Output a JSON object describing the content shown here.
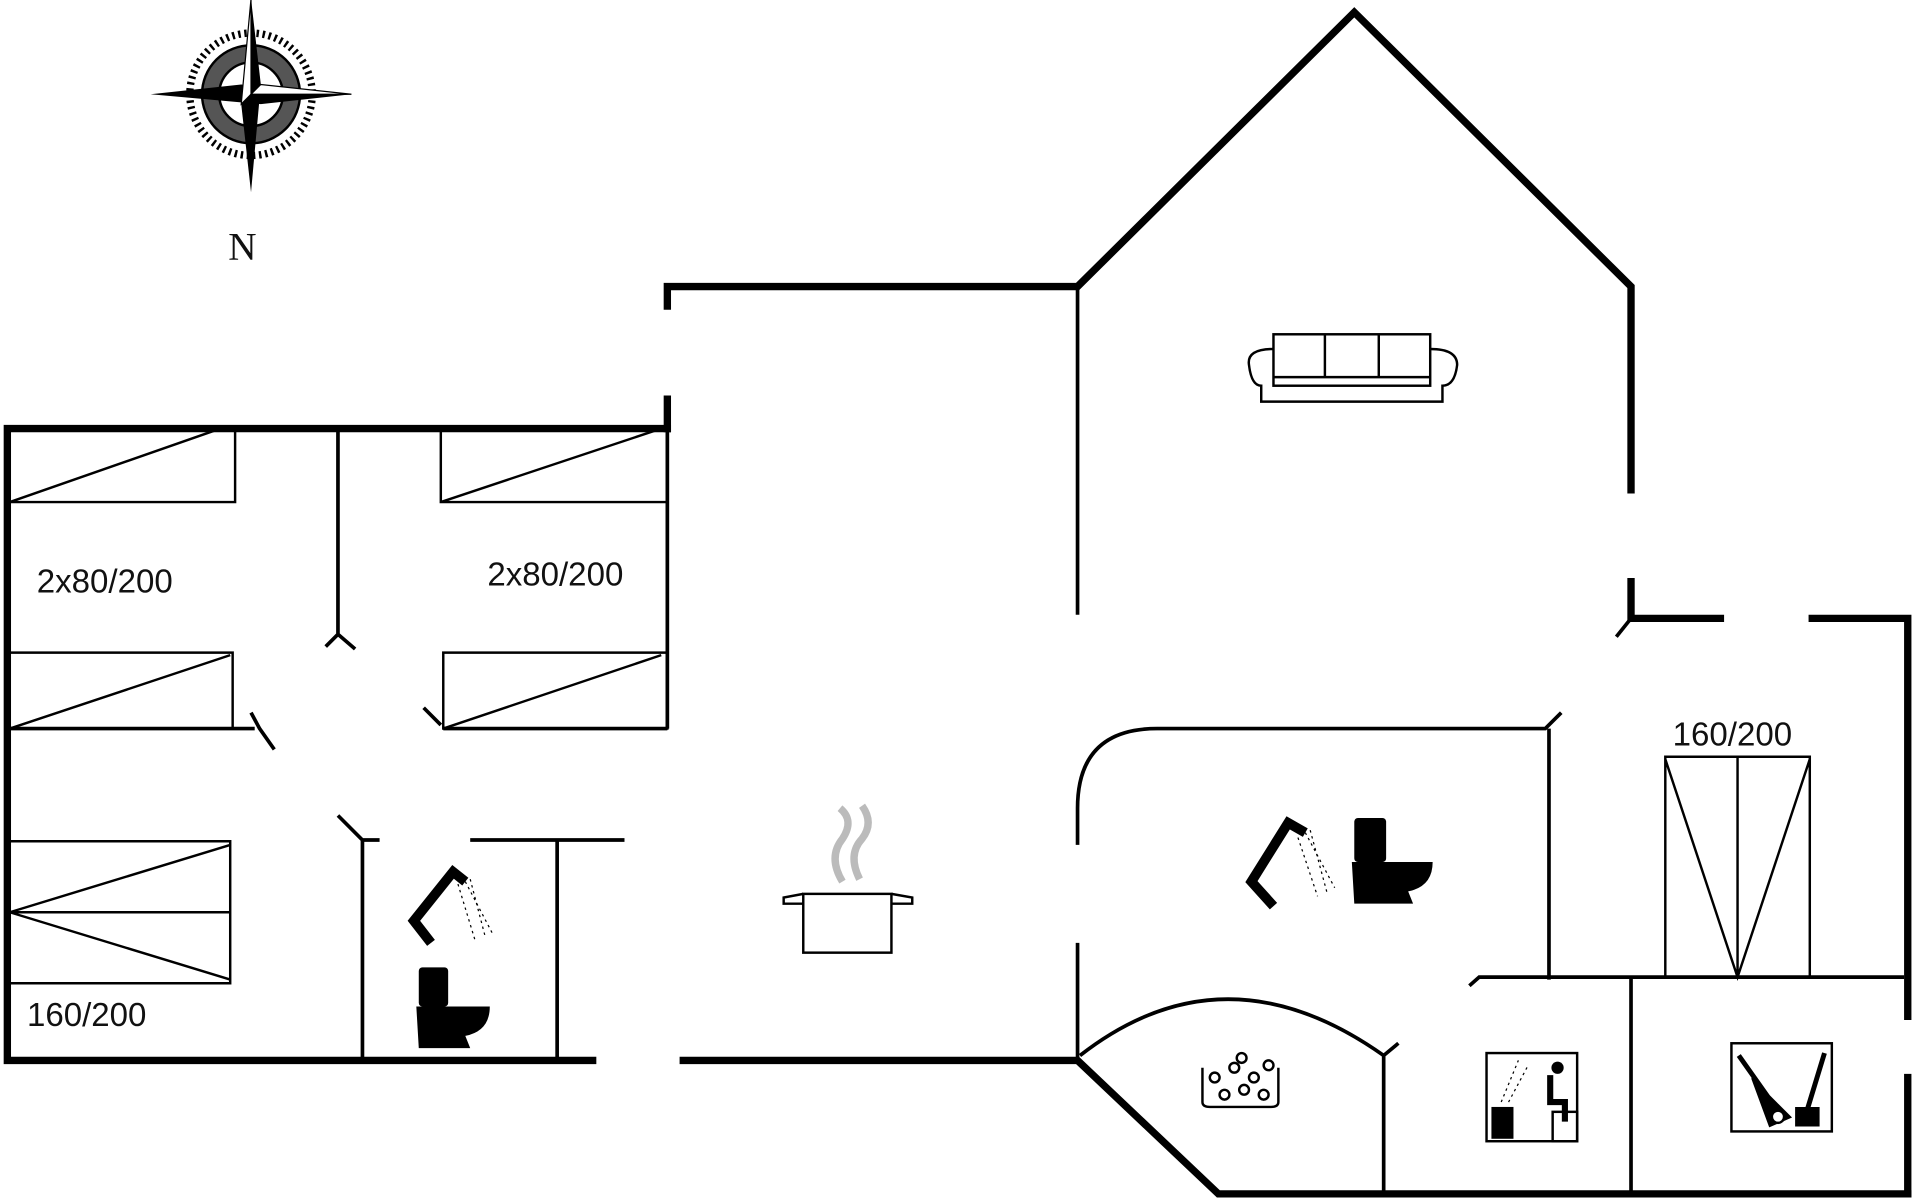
{
  "compass": {
    "north_label": "N"
  },
  "rooms": {
    "bedroom_1_beds": "2x80/200",
    "bedroom_2_beds": "2x80/200",
    "bedroom_3_beds": "160/200",
    "bedroom_4_beds": "160/200"
  },
  "colors": {
    "walls": "#000000",
    "steam": "#bbbbbb"
  }
}
